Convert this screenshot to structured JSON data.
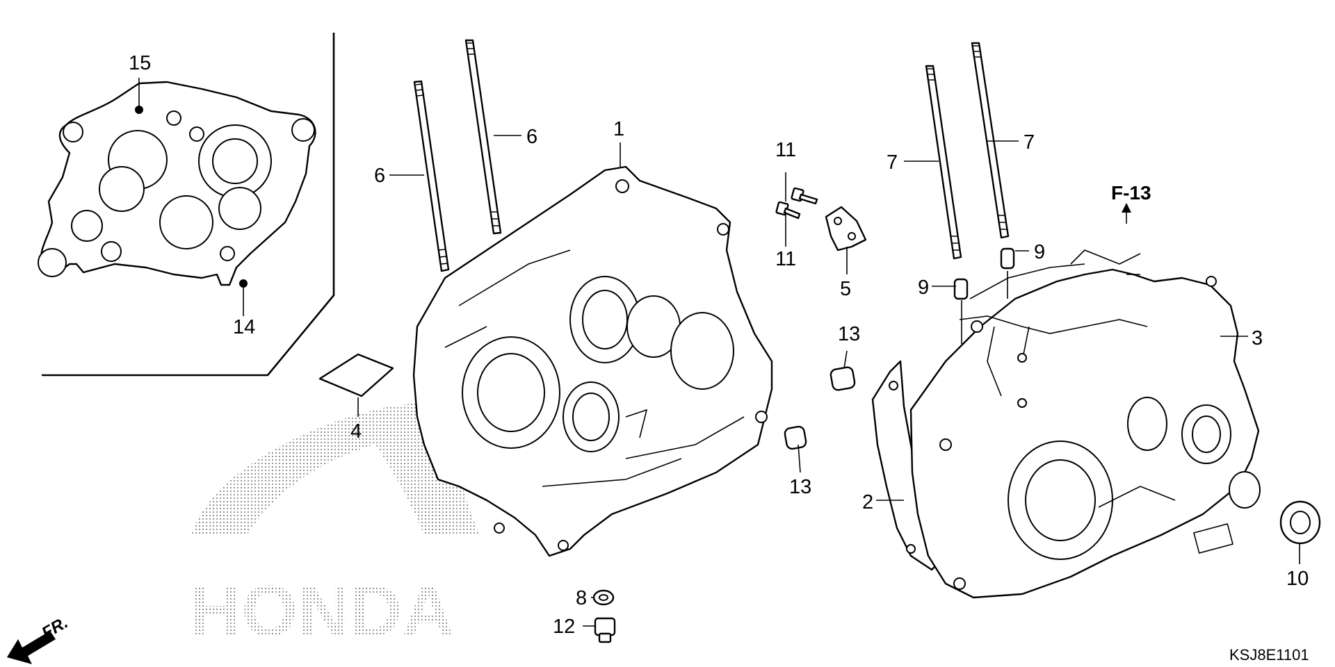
{
  "diagram": {
    "callouts": [
      {
        "id": "c1",
        "label": "1"
      },
      {
        "id": "c2",
        "label": "2"
      },
      {
        "id": "c3",
        "label": "3"
      },
      {
        "id": "c4",
        "label": "4"
      },
      {
        "id": "c5",
        "label": "5"
      },
      {
        "id": "c6a",
        "label": "6"
      },
      {
        "id": "c6b",
        "label": "6"
      },
      {
        "id": "c7a",
        "label": "7"
      },
      {
        "id": "c7b",
        "label": "7"
      },
      {
        "id": "c8",
        "label": "8"
      },
      {
        "id": "c9a",
        "label": "9"
      },
      {
        "id": "c9b",
        "label": "9"
      },
      {
        "id": "c10",
        "label": "10"
      },
      {
        "id": "c11a",
        "label": "11"
      },
      {
        "id": "c11b",
        "label": "11"
      },
      {
        "id": "c12",
        "label": "12"
      },
      {
        "id": "c13a",
        "label": "13"
      },
      {
        "id": "c13b",
        "label": "13"
      },
      {
        "id": "c14",
        "label": "14"
      },
      {
        "id": "c15",
        "label": "15"
      }
    ],
    "reference": "F-13",
    "direction_label": "FR.",
    "watermark": "HONDA",
    "diagram_code": "KSJ8E1101"
  }
}
